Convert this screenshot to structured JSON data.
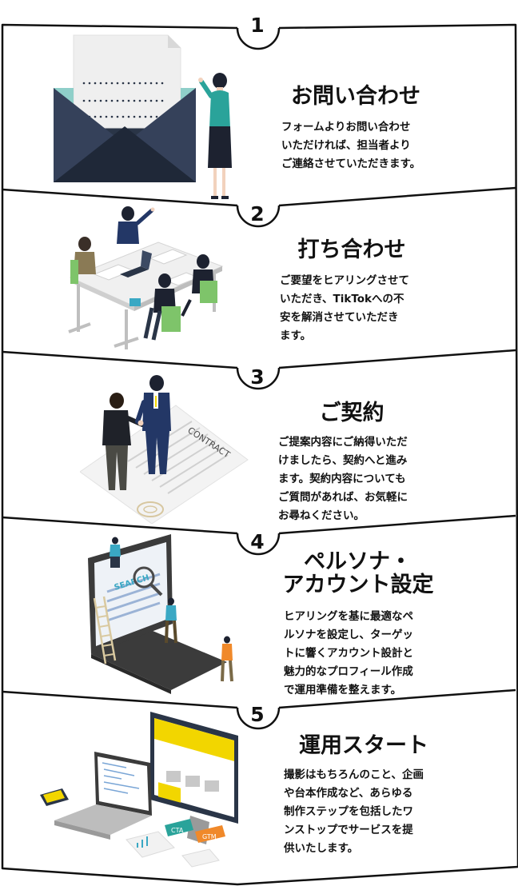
{
  "steps": [
    {
      "number": "1",
      "title": "お問い合わせ",
      "description": "フォームよりお問い合わせ\nいただければ、担当者より\nご連絡させていただきます。"
    },
    {
      "number": "2",
      "title": "打ち合わせ",
      "description": "ご要望をヒアリングさせて\nいただき、TikTokへの不\n安を解消させていただき\nます。"
    },
    {
      "number": "3",
      "title": "ご契約",
      "description": "ご提案内容にご納得いただ\nけましたら、契約へと進み\nます。契約内容についても\nご質問があれば、お気軽に\nお尋ねください。",
      "contract_label": "CONTRACT"
    },
    {
      "number": "4",
      "title_line1": "ペルソナ・",
      "title_line2": "アカウント設定",
      "description": "ヒアリングを基に最適なペ\nルソナを設定し、ターゲッ\nトに響くアカウント設計と\n魅力的なプロフィール作成\nで運用準備を整えます。",
      "search_label": "SEARCH"
    },
    {
      "number": "5",
      "title": "運用スタート",
      "description": "撮影はもちろんのこと、企画\nや台本作成など、あらゆる\n制作ステップを包括したワ\nンストップでサービスを提\n供いたします。",
      "tags": [
        "CTA",
        "GTM"
      ]
    }
  ],
  "colors": {
    "outline": "#111111",
    "envelope": "#2a3547",
    "teal": "#8fcfc9",
    "green_chair": "#7ec46a",
    "yellow": "#f2d600",
    "orange": "#f0892a",
    "cyan": "#3aa8c4"
  }
}
